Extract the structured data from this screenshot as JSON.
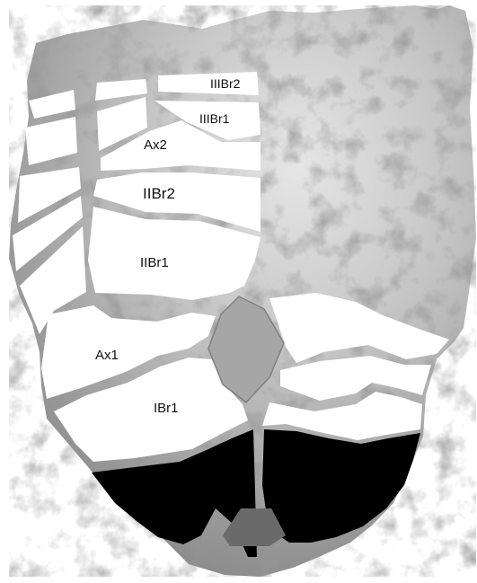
{
  "labels": {
    "iiibr2": "IIIBr2",
    "iiibr1": "IIIBr1",
    "ax2": "Ax2",
    "iibr2": "IIBr2",
    "iibr1": "IIBr1",
    "ax1": "Ax1",
    "ibr1": "IBr1"
  },
  "colors": {
    "matrix_light": "#d2d2d2",
    "matrix_dark": "#8e8e8e",
    "plate": "#ffffff",
    "suture": "#9a9a9a",
    "center_plate": "#a6a6a6",
    "lower_plate": "#000000",
    "lower_center_plate": "#6a6a6a"
  }
}
